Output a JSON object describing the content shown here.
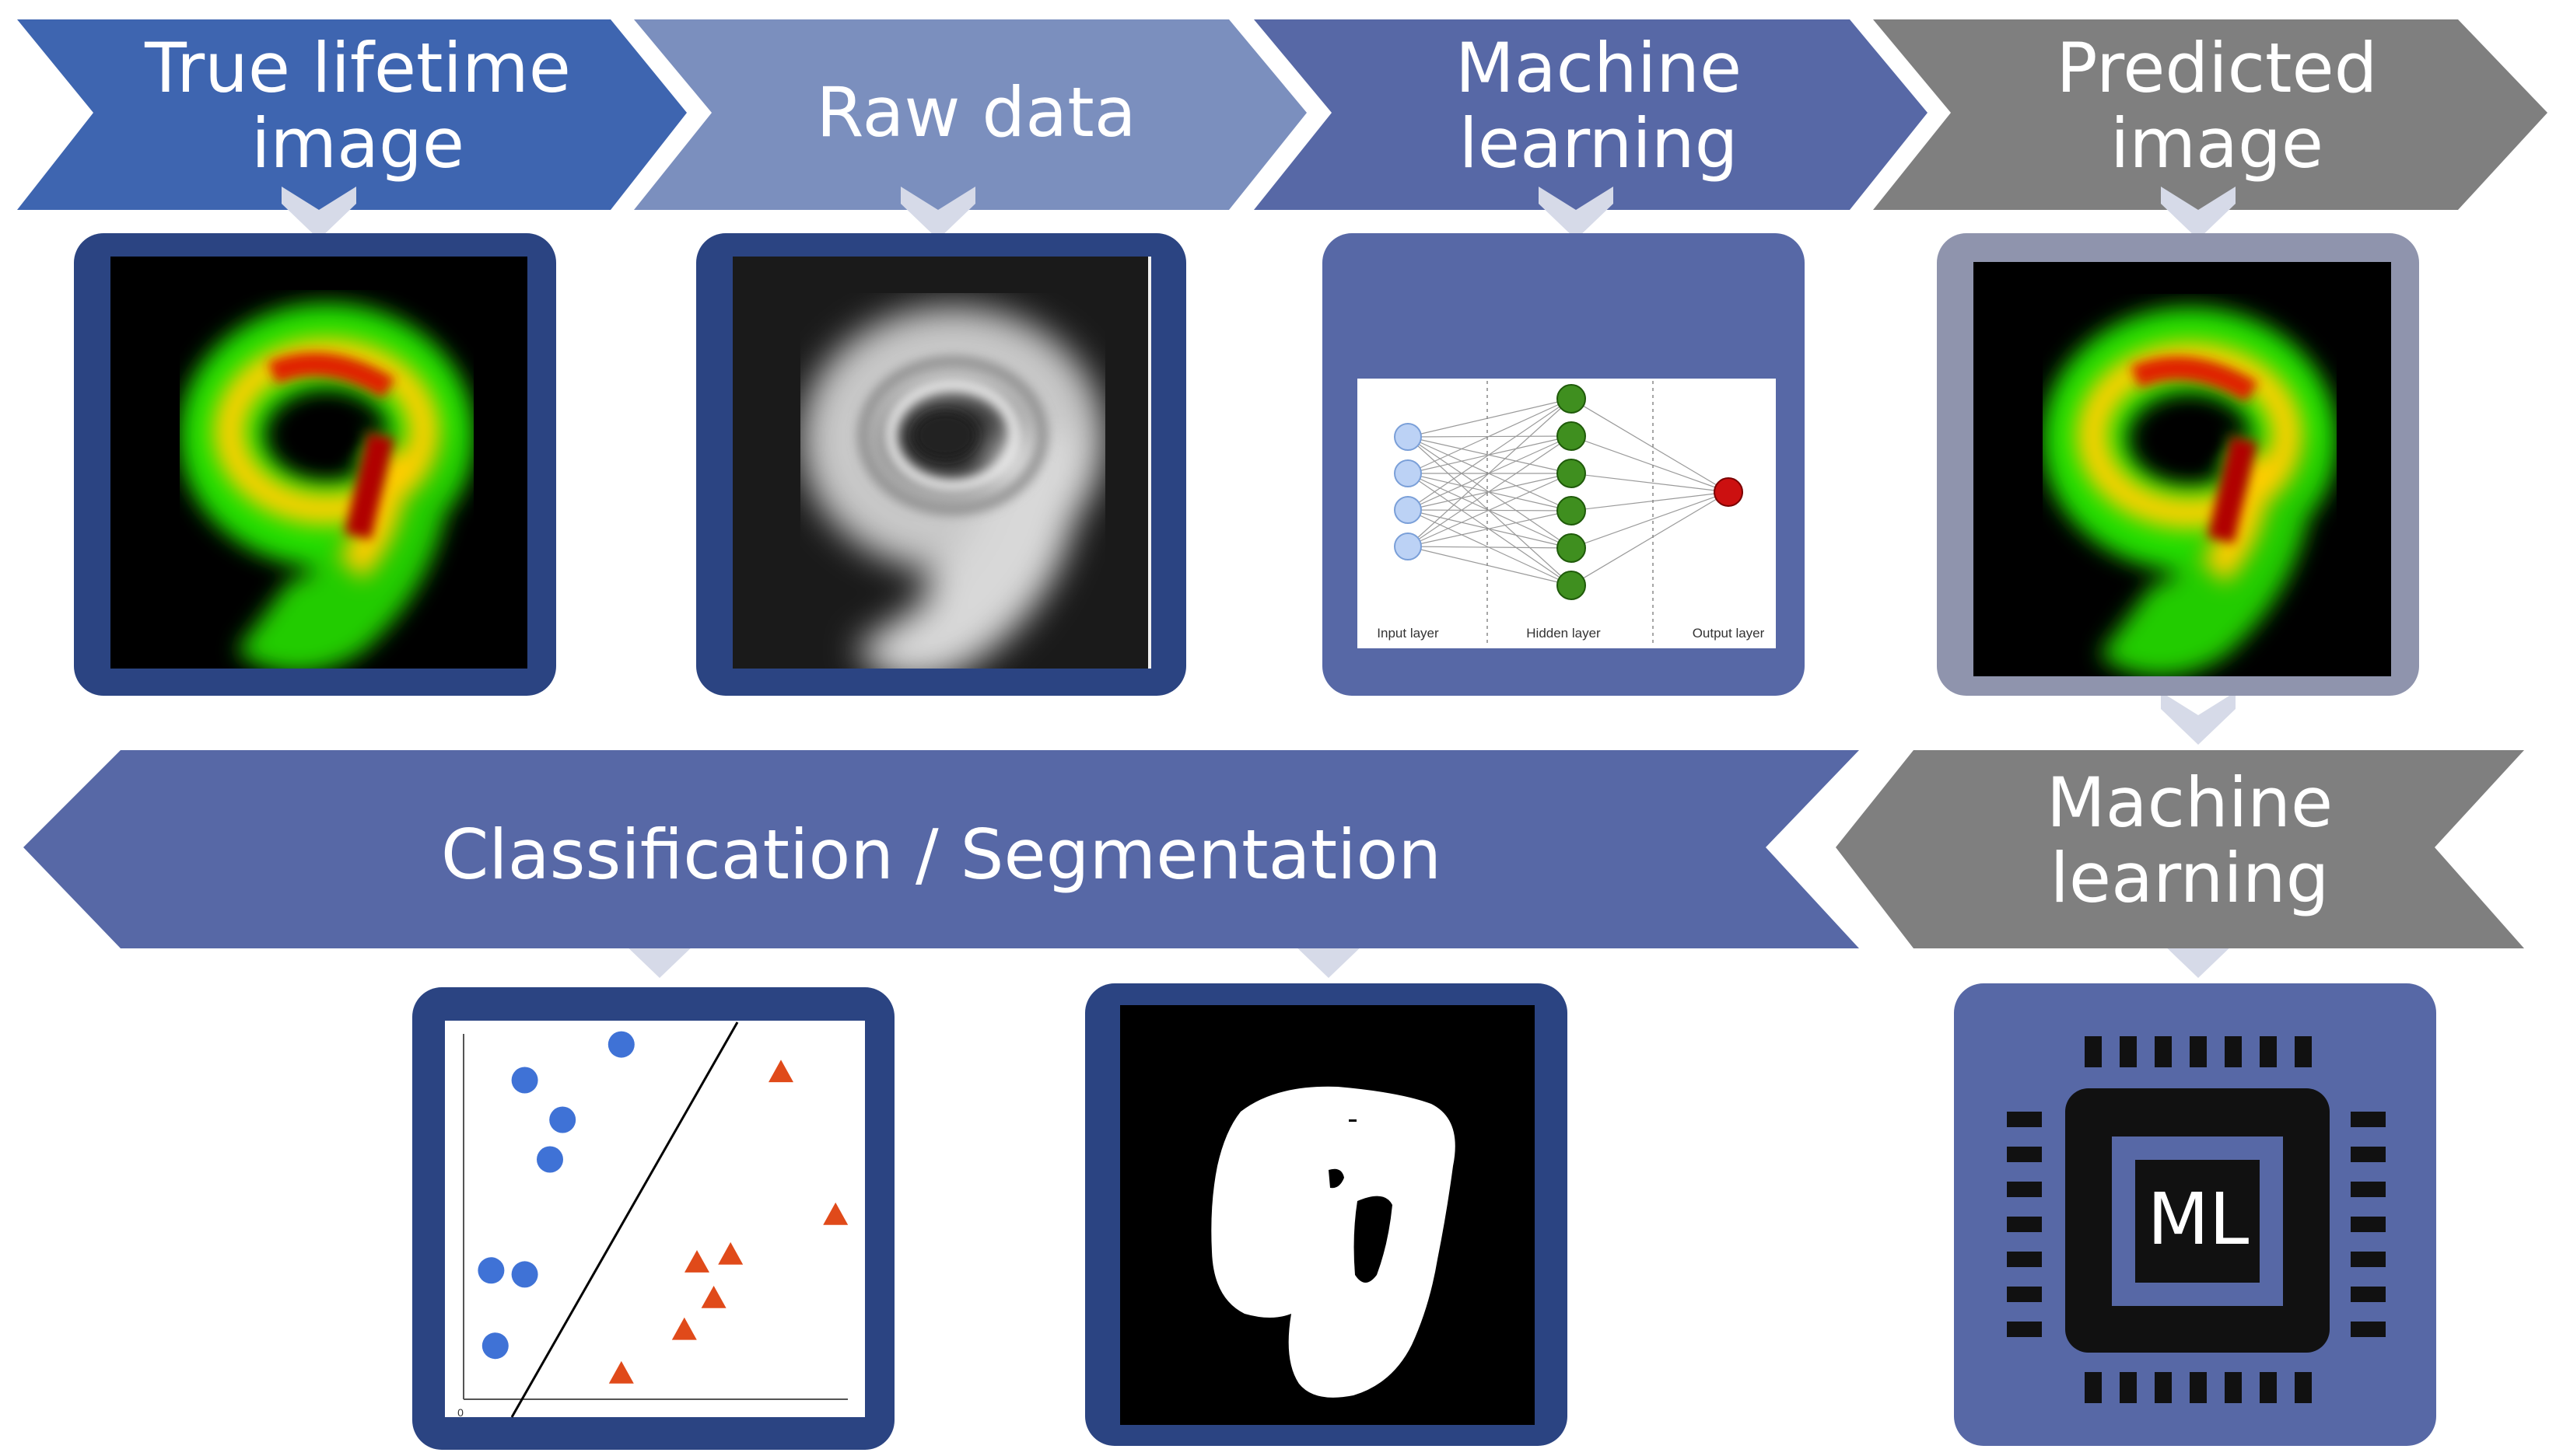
{
  "steps": {
    "step1": {
      "line1": "True lifetime",
      "line2": "image",
      "color": "#3e65b0"
    },
    "step2": {
      "line1": "Raw data",
      "color": "#7b8fbe"
    },
    "step3": {
      "line1": "Machine",
      "line2": "learning",
      "color": "#5768a6"
    },
    "step4": {
      "line1": "Predicted",
      "line2": "image",
      "color": "#7f7f7f"
    },
    "step5": {
      "line1": "Machine",
      "line2": "learning",
      "color": "#7f7f7f"
    },
    "step6": {
      "line1": "Classification / Segmentation",
      "color": "#5768a6"
    }
  },
  "nn_diagram": {
    "input_label": "Input layer",
    "hidden_label": "Hidden layer",
    "output_label": "Output layer",
    "input_nodes": 4,
    "hidden_nodes": 6,
    "output_nodes": 1
  },
  "scatter": {
    "origin_label": "0",
    "circles": [
      [
        0.42,
        0.06
      ],
      [
        0.19,
        0.15
      ],
      [
        0.28,
        0.25
      ],
      [
        0.25,
        0.35
      ],
      [
        0.11,
        0.63
      ],
      [
        0.19,
        0.64
      ],
      [
        0.12,
        0.82
      ]
    ],
    "triangles": [
      [
        0.8,
        0.13
      ],
      [
        0.93,
        0.49
      ],
      [
        0.6,
        0.61
      ],
      [
        0.68,
        0.59
      ],
      [
        0.64,
        0.7
      ],
      [
        0.57,
        0.78
      ],
      [
        0.42,
        0.89
      ]
    ]
  },
  "chip": {
    "label": "ML"
  },
  "colors": {
    "frame_dark": "#2b4482",
    "frame_mid": "#5768a6",
    "frame_gray": "#8f94ad",
    "connector": "#d6dae8"
  }
}
